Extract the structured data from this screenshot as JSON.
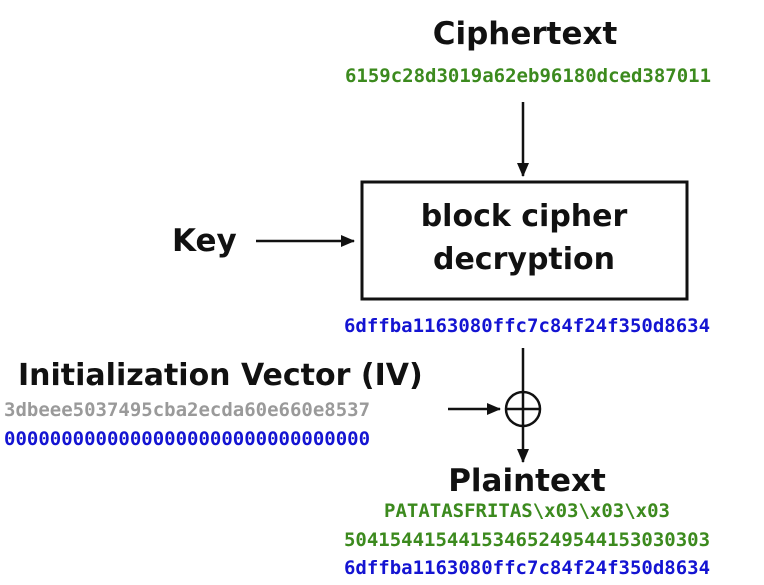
{
  "ciphertext": {
    "title": "Ciphertext",
    "hex": "6159c28d3019a62eb96180dced387011"
  },
  "key": {
    "label": "Key"
  },
  "block": {
    "line1": "block cipher",
    "line2": "decryption"
  },
  "decrypted_output": {
    "hex": "6dffba1163080ffc7c84f24f350d8634"
  },
  "iv": {
    "title": "Initialization Vector (IV)",
    "value_gray": "3dbeee5037495cba2ecda60e660e8537",
    "value_blue": "00000000000000000000000000000000"
  },
  "plaintext": {
    "title": "Plaintext",
    "text": "PATATASFRITAS\\x03\\x03\\x03",
    "hex": "50415441544153465249544153030303",
    "hex_blue": "6dffba1163080ffc7c84f24f350d8634"
  },
  "colors": {
    "green": "#3c8a1e",
    "blue": "#1414d2",
    "gray": "#9a9a9a",
    "black": "#111111"
  },
  "icons": {
    "xor": "xor-circle-plus-icon"
  }
}
